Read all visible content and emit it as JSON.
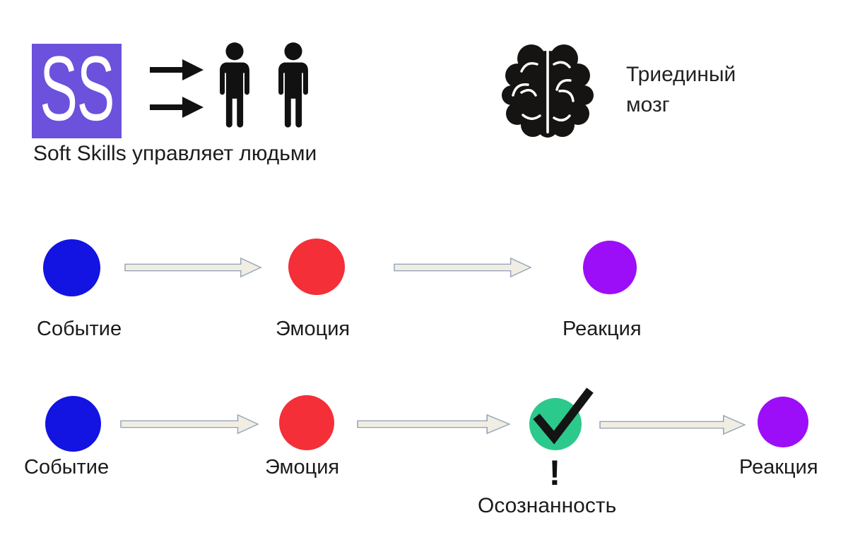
{
  "logo_block": {
    "logo_text": "SS",
    "logo_bg": "#6B51DC",
    "logo_text_color": "#ffffff",
    "caption": "Soft Skills управляет людьми",
    "icons": [
      "right-arrow-icon",
      "right-arrow-icon",
      "person-icon",
      "person-icon"
    ]
  },
  "brain_block": {
    "icon": "brain-icon",
    "label": "Триединый мозг",
    "label_lines": {
      "0": "Триединый",
      "1": "мозг"
    }
  },
  "colors": {
    "event": "#1313E2",
    "emotion": "#F42F38",
    "awareness": "#2CC98C",
    "reaction": "#9D0EF8",
    "arrow_fill": "#F0EEE2",
    "arrow_border": "#96A5BA",
    "icon_black": "#111111"
  },
  "flow_top": {
    "nodes": {
      "0": {
        "label": "Событие",
        "color": "#1313E2",
        "shape": "circle"
      },
      "1": {
        "label": "Эмоция",
        "color": "#F42F38",
        "shape": "circle"
      },
      "2": {
        "label": "Реакция",
        "color": "#9D0EF8",
        "shape": "circle"
      }
    }
  },
  "flow_bottom": {
    "nodes": {
      "0": {
        "label": "Событие",
        "color": "#1313E2",
        "shape": "circle"
      },
      "1": {
        "label": "Эмоция",
        "color": "#F42F38",
        "shape": "circle"
      },
      "2": {
        "label": "Осознанность",
        "color": "#2CC98C",
        "shape": "circle-with-checkmark",
        "badge": "!"
      },
      "3": {
        "label": "Реакция",
        "color": "#9D0EF8",
        "shape": "circle"
      }
    }
  }
}
